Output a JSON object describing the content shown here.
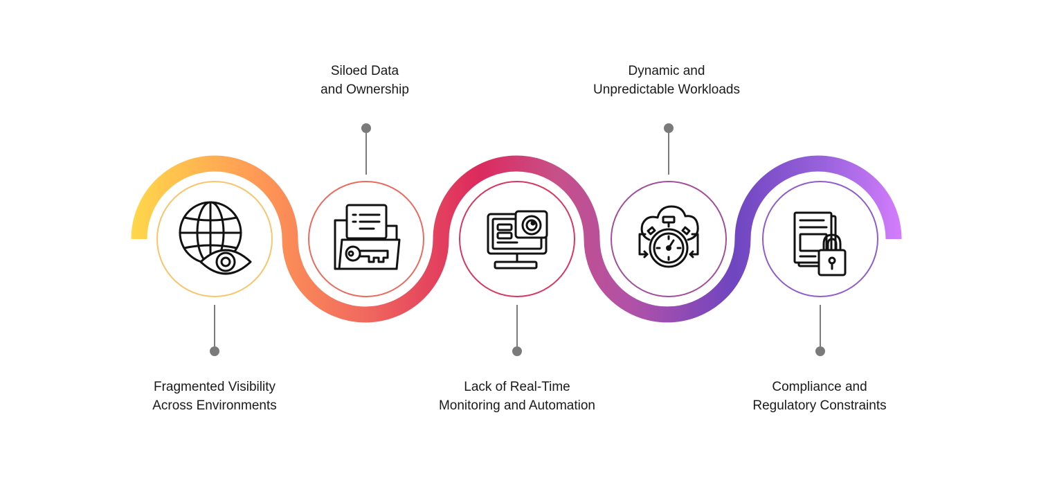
{
  "steps": [
    {
      "id": "step-1",
      "icon": "globe-eye-icon",
      "label_line_1": "Fragmented Visibility",
      "label_line_2": "Across Environments",
      "ring_color": "#f9c46b",
      "label_position": "bottom"
    },
    {
      "id": "step-2",
      "icon": "folder-key-icon",
      "label_line_1": "Siloed Data",
      "label_line_2": "and Ownership",
      "ring_color": "#ea6a5e",
      "label_position": "top"
    },
    {
      "id": "step-3",
      "icon": "monitor-camera-icon",
      "label_line_1": "Lack of Real-Time",
      "label_line_2": "Monitoring and Automation",
      "ring_color": "#d8365f",
      "label_position": "bottom"
    },
    {
      "id": "step-4",
      "icon": "cloud-stopwatch-icon",
      "label_line_1": "Dynamic and",
      "label_line_2": "Unpredictable Workloads",
      "ring_color": "#a24d9a",
      "label_position": "top"
    },
    {
      "id": "step-5",
      "icon": "document-lock-icon",
      "label_line_1": "Compliance and",
      "label_line_2": "Regulatory Constraints",
      "ring_color": "#8e5bd0",
      "label_position": "bottom"
    }
  ],
  "colors": {
    "gradient": [
      "#ffd84a",
      "#ff9a55",
      "#f06a5e",
      "#dc2a5e",
      "#c75088",
      "#b051a8",
      "#6f45c0",
      "#9a63dd",
      "#d57efd"
    ],
    "connector": "#7a7a7a",
    "icon_stroke": "#111111"
  }
}
